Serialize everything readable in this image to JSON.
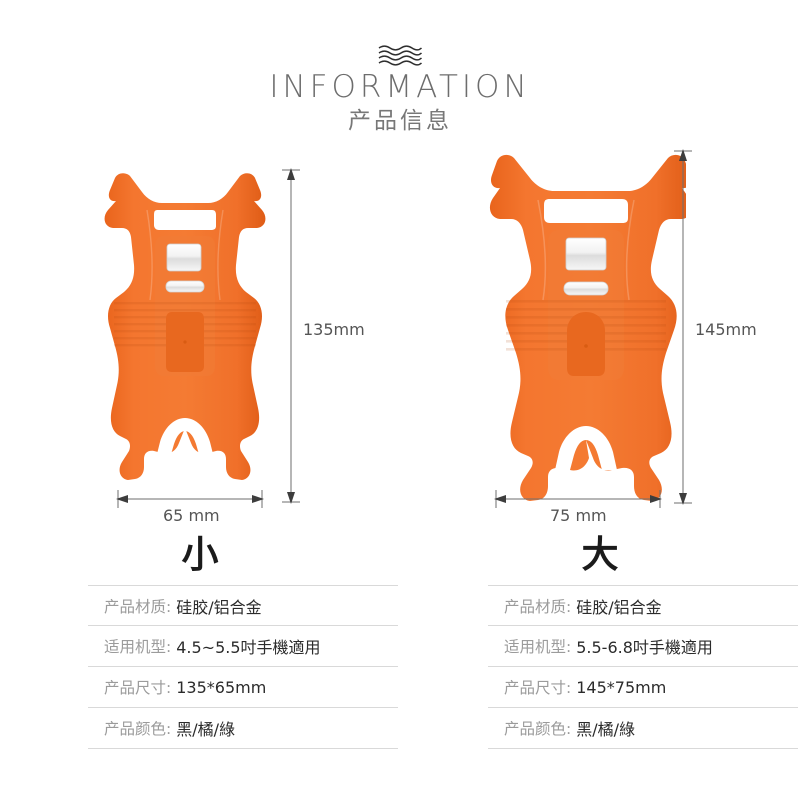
{
  "header": {
    "decoration_icon": "wave-lines-icon",
    "title": "INFORMATION",
    "subtitle": "产品信息"
  },
  "products": [
    {
      "size_title": "小",
      "product_icon": "phone-holder-small-icon",
      "accent_color": "#F2702A",
      "dimensions": {
        "height_label": "135mm",
        "width_label": "65 mm"
      },
      "specs": [
        {
          "label": "产品材质:",
          "value": "硅胶/铝合金"
        },
        {
          "label": "适用机型:",
          "value": "4.5~5.5吋手機適用"
        },
        {
          "label": "产品尺寸:",
          "value": "135*65mm"
        },
        {
          "label": "产品颜色:",
          "value": "黑/橘/綠"
        }
      ]
    },
    {
      "size_title": "大",
      "product_icon": "phone-holder-large-icon",
      "accent_color": "#F2702A",
      "dimensions": {
        "height_label": "145mm",
        "width_label": "75 mm"
      },
      "specs": [
        {
          "label": "产品材质:",
          "value": "硅胶/铝合金"
        },
        {
          "label": "适用机型:",
          "value": "5.5-6.8吋手機適用"
        },
        {
          "label": "产品尺寸:",
          "value": "145*75mm"
        },
        {
          "label": "产品颜色:",
          "value": "黑/橘/綠"
        }
      ]
    }
  ],
  "colors": {
    "orange": "#F2702A",
    "orange_dark": "#E4601A",
    "dimension_line": "#6e6e6e",
    "separator": "#d9d9d9",
    "title_gray": "#6d6d6d",
    "background": "#ffffff"
  }
}
